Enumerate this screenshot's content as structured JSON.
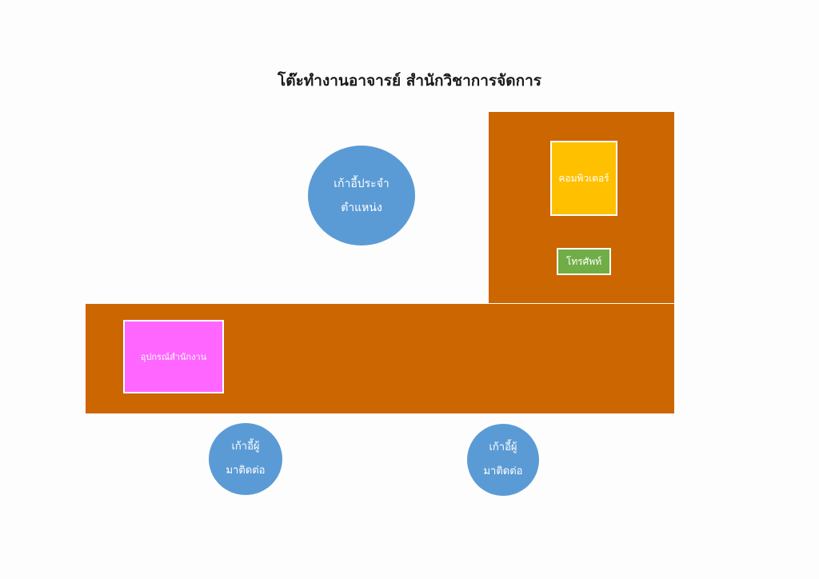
{
  "title": "โต๊ะทำงานอาจารย์ สำนักวิชาการจัดการ",
  "items": {
    "computer": "คอมพิวเตอร์",
    "phone": "โทรศัพท์",
    "office_equipment": "อุปกรณ์สำนักงาน"
  },
  "chairs": {
    "main": {
      "line1": "เก้าอี้ประจำ",
      "line2": "ตำแหน่ง"
    },
    "visitor_1": {
      "line1": "เก้าอี้ผู้",
      "line2": "มาติดต่อ"
    },
    "visitor_2": {
      "line1": "เก้าอี้ผู้",
      "line2": "มาติดต่อ"
    }
  },
  "colors": {
    "desk": "#cc6600",
    "computer": "#ffc000",
    "phone": "#70ad47",
    "office_equipment": "#ff66ff",
    "chair": "#5b9bd5"
  }
}
